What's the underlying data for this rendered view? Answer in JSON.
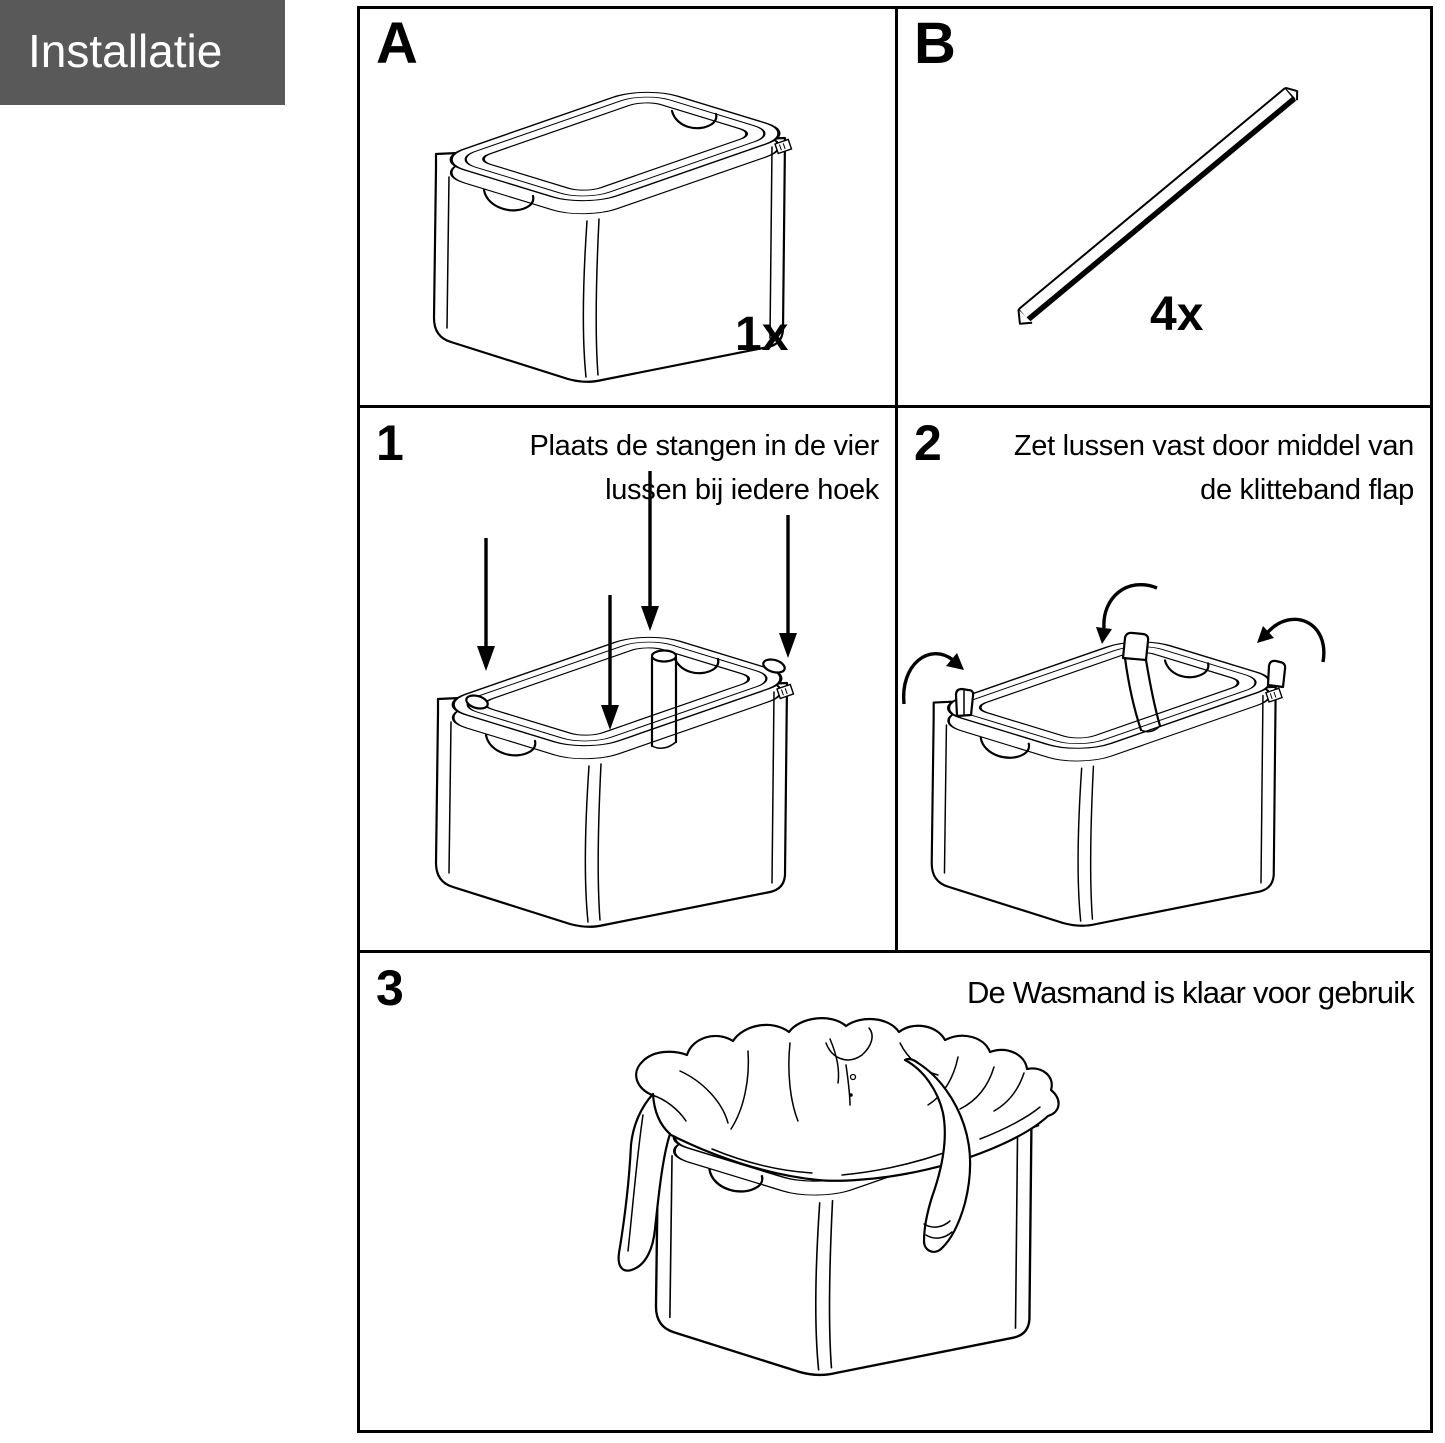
{
  "title": "Installatie",
  "panels": {
    "a": {
      "label": "A",
      "count": "1x",
      "illustration": "empty-laundry-basket"
    },
    "b": {
      "label": "B",
      "count": "4x",
      "illustration": "support-rod"
    },
    "step1": {
      "number": "1",
      "caption_line1": "Plaats de stangen in de vier",
      "caption_line2": "lussen bij iedere hoek",
      "illustration": "basket-with-corner-loops-rod-and-down-arrows"
    },
    "step2": {
      "number": "2",
      "caption_line1": "Zet lussen vast door middel van",
      "caption_line2": "de klitteband flap",
      "illustration": "basket-with-velcro-flaps-and-curl-arrows"
    },
    "step3": {
      "number": "3",
      "caption": "De Wasmand is klaar voor gebruik",
      "illustration": "basket-filled-with-laundry"
    }
  },
  "colors": {
    "header_bg": "#595959",
    "header_text": "#ffffff",
    "line": "#000000",
    "background": "#ffffff"
  }
}
